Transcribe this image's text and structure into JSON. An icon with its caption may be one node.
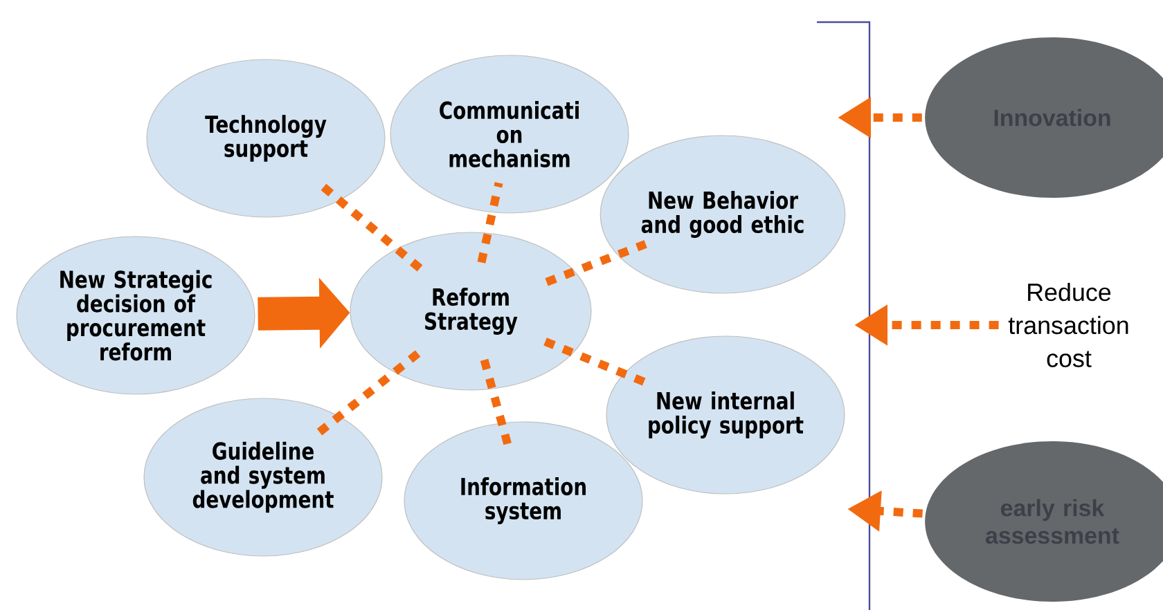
{
  "diagram": {
    "nodes": [
      {
        "text": [
          "Technology support"
        ]
      },
      {
        "text": [
          "Communicati on mechanism"
        ]
      },
      {
        "text": [
          "New Behavior and good ethic"
        ]
      },
      {
        "text": [
          "New Strategic decision of procurement reform"
        ]
      },
      {
        "text": [
          "Reform Strategy"
        ]
      },
      {
        "text": [
          "New internal policy support"
        ]
      },
      {
        "text": [
          "Guideline and system development"
        ]
      },
      {
        "text": [
          "Information system"
        ]
      },
      {
        "text": [
          "Innovation"
        ]
      },
      {
        "text": [
          "Reduce transaction cost"
        ]
      },
      {
        "text": [
          "early risk assessment"
        ]
      }
    ],
    "edges": [
      {
        "from": 3,
        "to": 4,
        "arrow": "to",
        "style": "thick"
      },
      {
        "from": 4,
        "to": 0,
        "arrow": "none",
        "style": "dashed"
      },
      {
        "from": 4,
        "to": 1,
        "arrow": "none",
        "style": "dashed"
      },
      {
        "from": 4,
        "to": 2,
        "arrow": "none",
        "style": "dashed"
      },
      {
        "from": 4,
        "to": 5,
        "arrow": "none",
        "style": "dashed"
      },
      {
        "from": 4,
        "to": 6,
        "arrow": "none",
        "style": "dashed"
      },
      {
        "from": 4,
        "to": 7,
        "arrow": "none",
        "style": "dashed"
      },
      {
        "from": 8,
        "to": null,
        "arrow": "to",
        "style": "dashed"
      },
      {
        "from": 9,
        "to": null,
        "arrow": "to",
        "style": "dashed"
      },
      {
        "from": 10,
        "to": null,
        "arrow": "to",
        "style": "dashed"
      }
    ]
  }
}
